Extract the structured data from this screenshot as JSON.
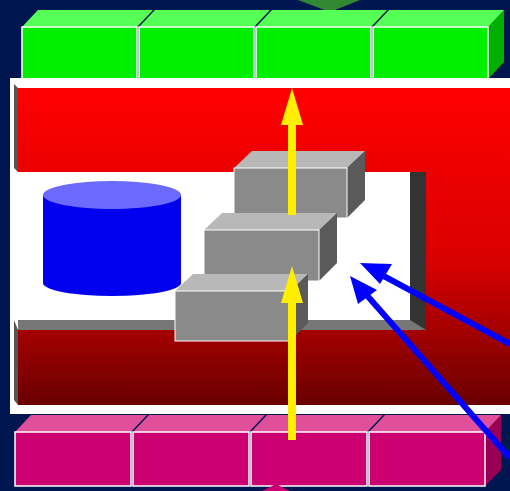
{
  "colors": {
    "background": "#001650",
    "top_blocks": "#00f000",
    "bottom_blocks": "#cc0070",
    "frame_top": "#ff0000",
    "frame_bottom": "#6a0000",
    "cylinder": "#0000ee",
    "gray_blocks": "#888888",
    "yellow_arrows": "#ffee00",
    "blue_arrows": "#0000ff",
    "white_panel": "#ffffff"
  },
  "icons": [
    "cube",
    "cylinder",
    "arrow-up",
    "arrow-diagonal"
  ]
}
